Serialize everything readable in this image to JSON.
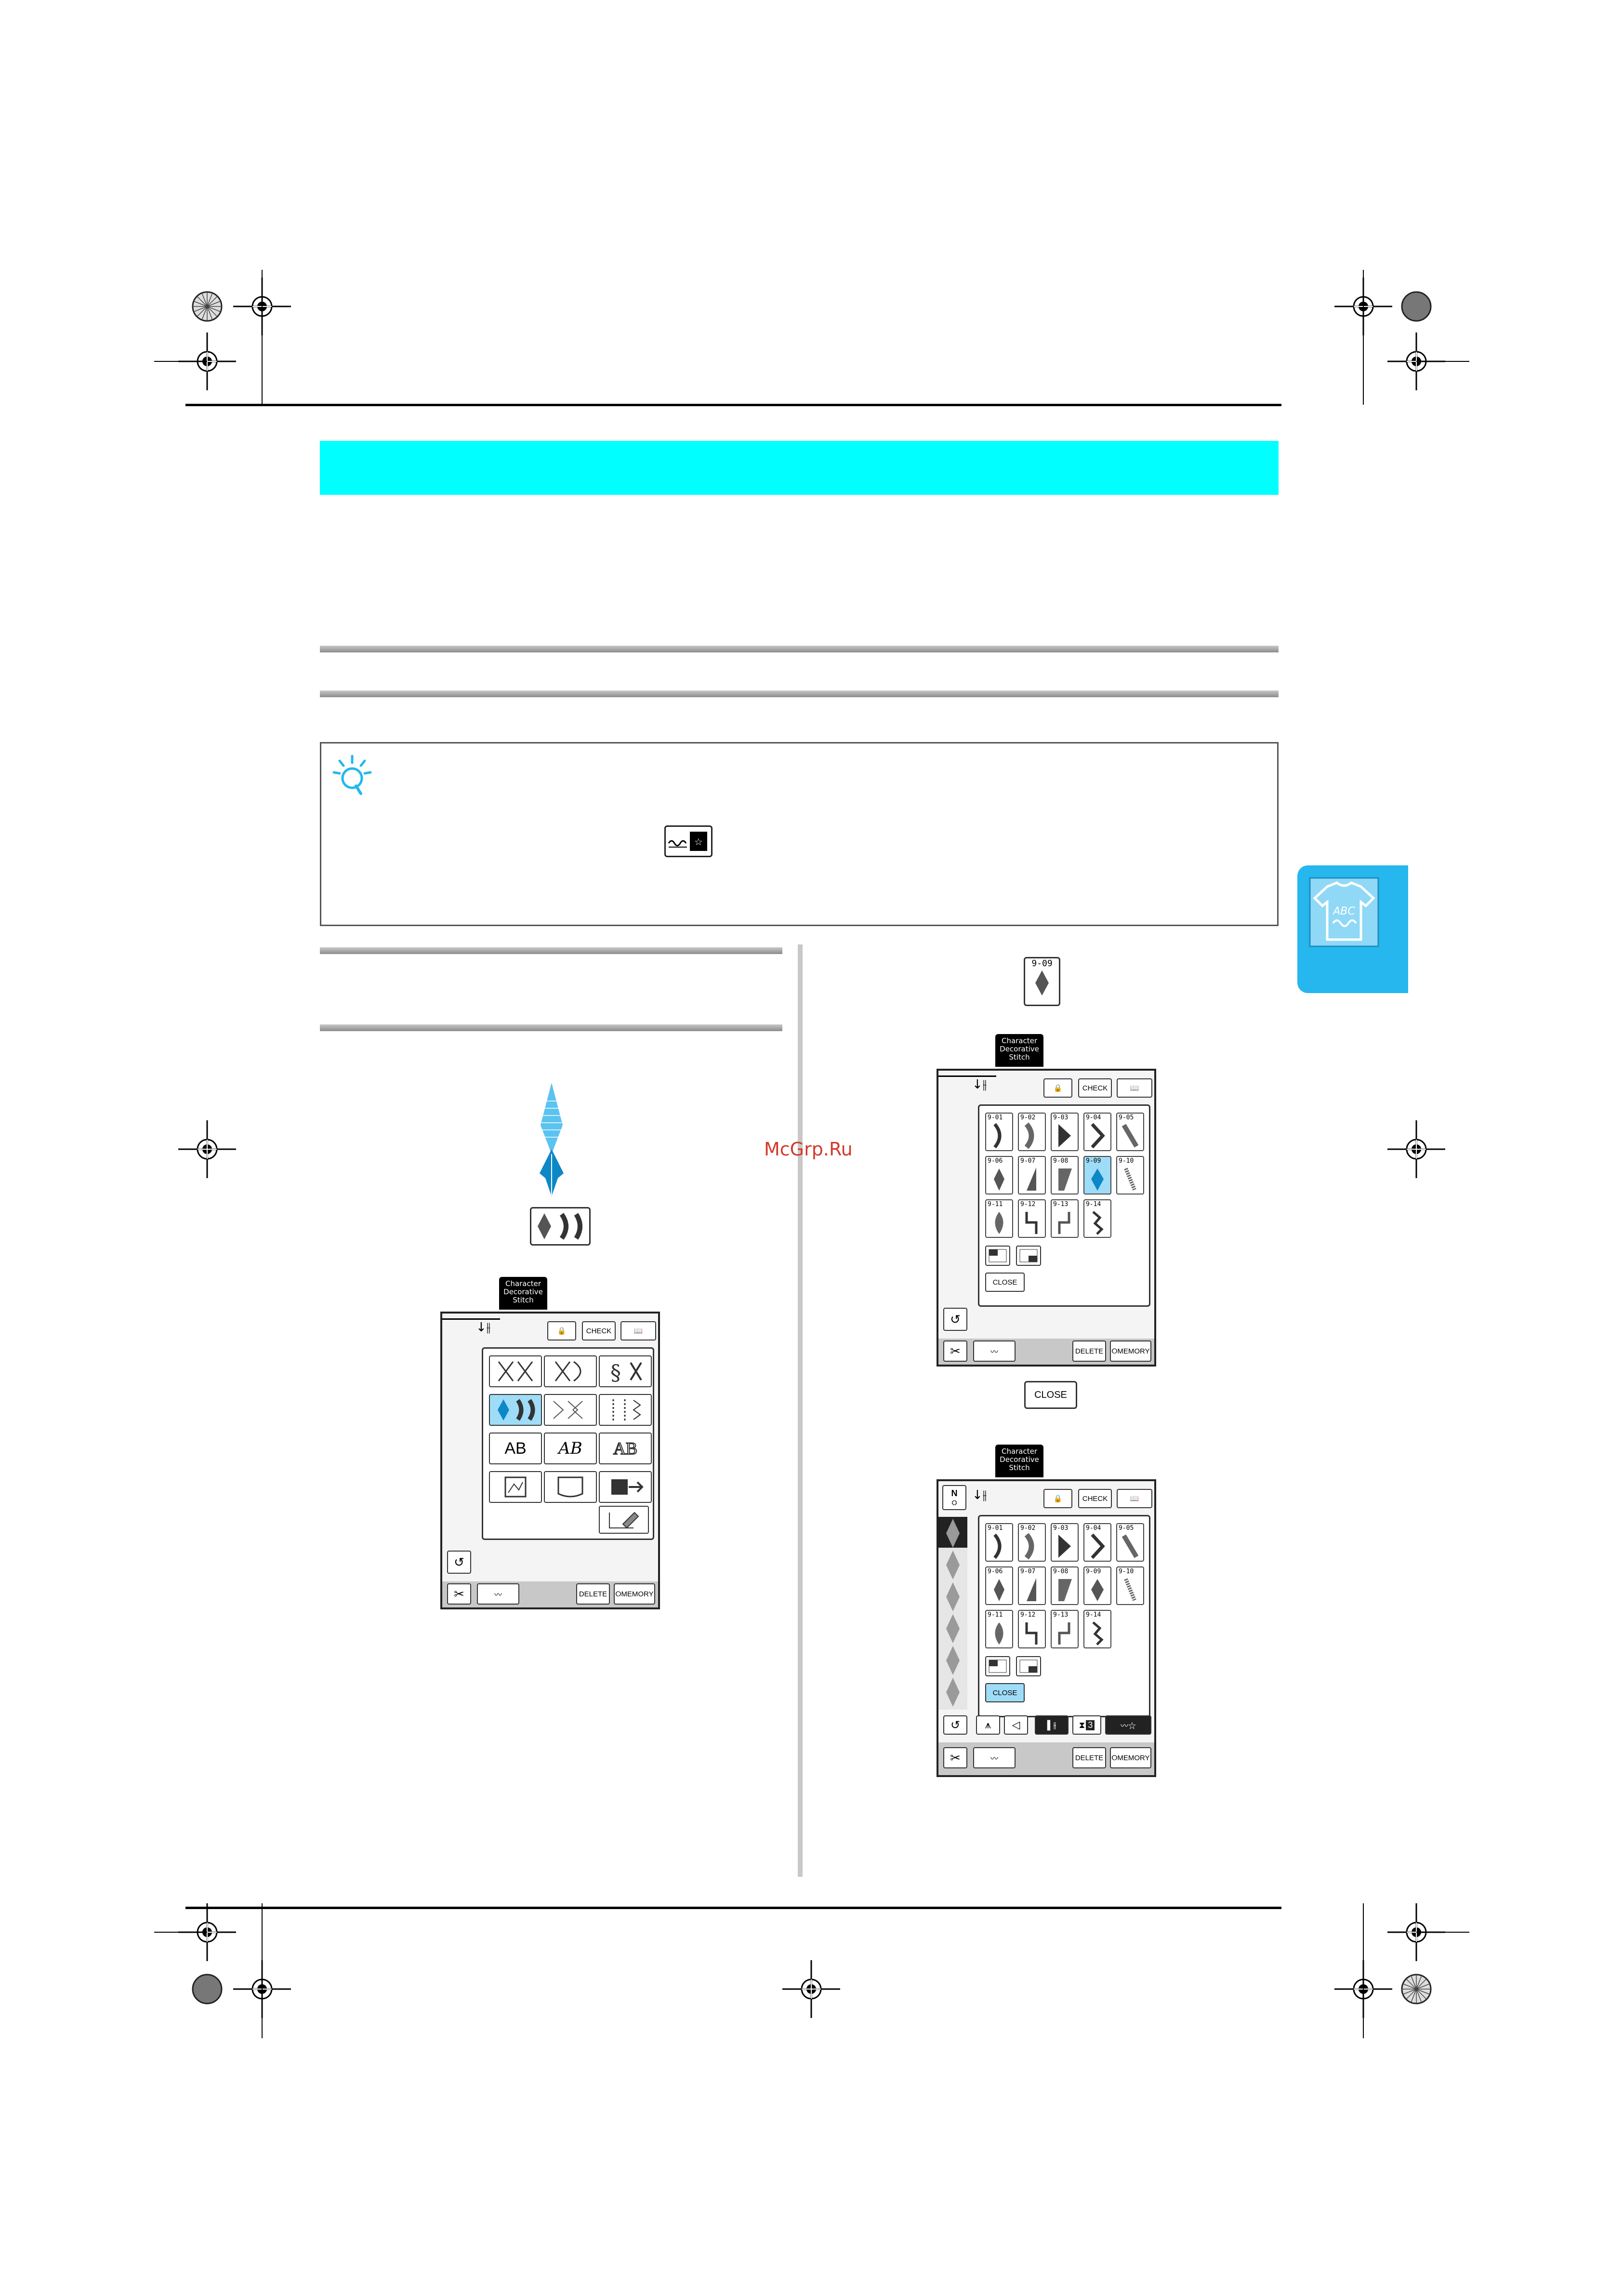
{
  "colors": {
    "cyan_band": "#00ffff",
    "side_tab": "#25b7ee",
    "selection_blue": "#9fdcf8",
    "watermark": "#d23a2a"
  },
  "watermark": {
    "text": "McGrp.Ru"
  },
  "side_tab": {
    "icon": "t-shirt-embroidery-icon",
    "shirt_text": "ABC"
  },
  "note": {
    "icon": "lightbulb-note-icon",
    "inline_icon": "stitch-memory-key-icon"
  },
  "key_9_09": {
    "label": "9-09",
    "icon": "diamond-stitch-icon"
  },
  "category_key": {
    "icon": "satin-stitch-category-icon"
  },
  "close_key": {
    "label": "CLOSE"
  },
  "screen1": {
    "tab_line1": "Character",
    "tab_line2": "Decorative",
    "tab_line3": "Stitch",
    "check": "CHECK",
    "delete": "DELETE",
    "memory": "MEMORY",
    "categories": [
      "cross-stitch-icon",
      "cross-stitch-icon",
      "s-stitch-icon",
      "satin-stitch-category-icon",
      "zigzag-stitch-icon",
      "dotted-stitch-icon",
      "AB",
      "AB",
      "AB",
      "pocket-design-icon",
      "pocket-icon",
      "usb-icon"
    ],
    "text_categories": {
      "gothic": "AB",
      "script": "AB",
      "outline": "AB"
    }
  },
  "screen2": {
    "tab_line1": "Character",
    "tab_line2": "Decorative",
    "tab_line3": "Stitch",
    "check": "CHECK",
    "close": "CLOSE",
    "delete": "DELETE",
    "memory": "MEMORY",
    "stitches": [
      "9-01",
      "9-02",
      "9-03",
      "9-04",
      "9-05",
      "9-06",
      "9-07",
      "9-08",
      "9-09",
      "9-10",
      "9-11",
      "9-12",
      "9-13",
      "9-14"
    ],
    "selected": "9-09"
  },
  "screen3": {
    "tab_line1": "Character",
    "tab_line2": "Decorative",
    "tab_line3": "Stitch",
    "n_key": "N",
    "check": "CHECK",
    "close": "CLOSE",
    "delete": "DELETE",
    "memory": "MEMORY",
    "density_value": "3",
    "stitches": [
      "9-01",
      "9-02",
      "9-03",
      "9-04",
      "9-05",
      "9-06",
      "9-07",
      "9-08",
      "9-09",
      "9-10",
      "9-11",
      "9-12",
      "9-13",
      "9-14"
    ]
  }
}
